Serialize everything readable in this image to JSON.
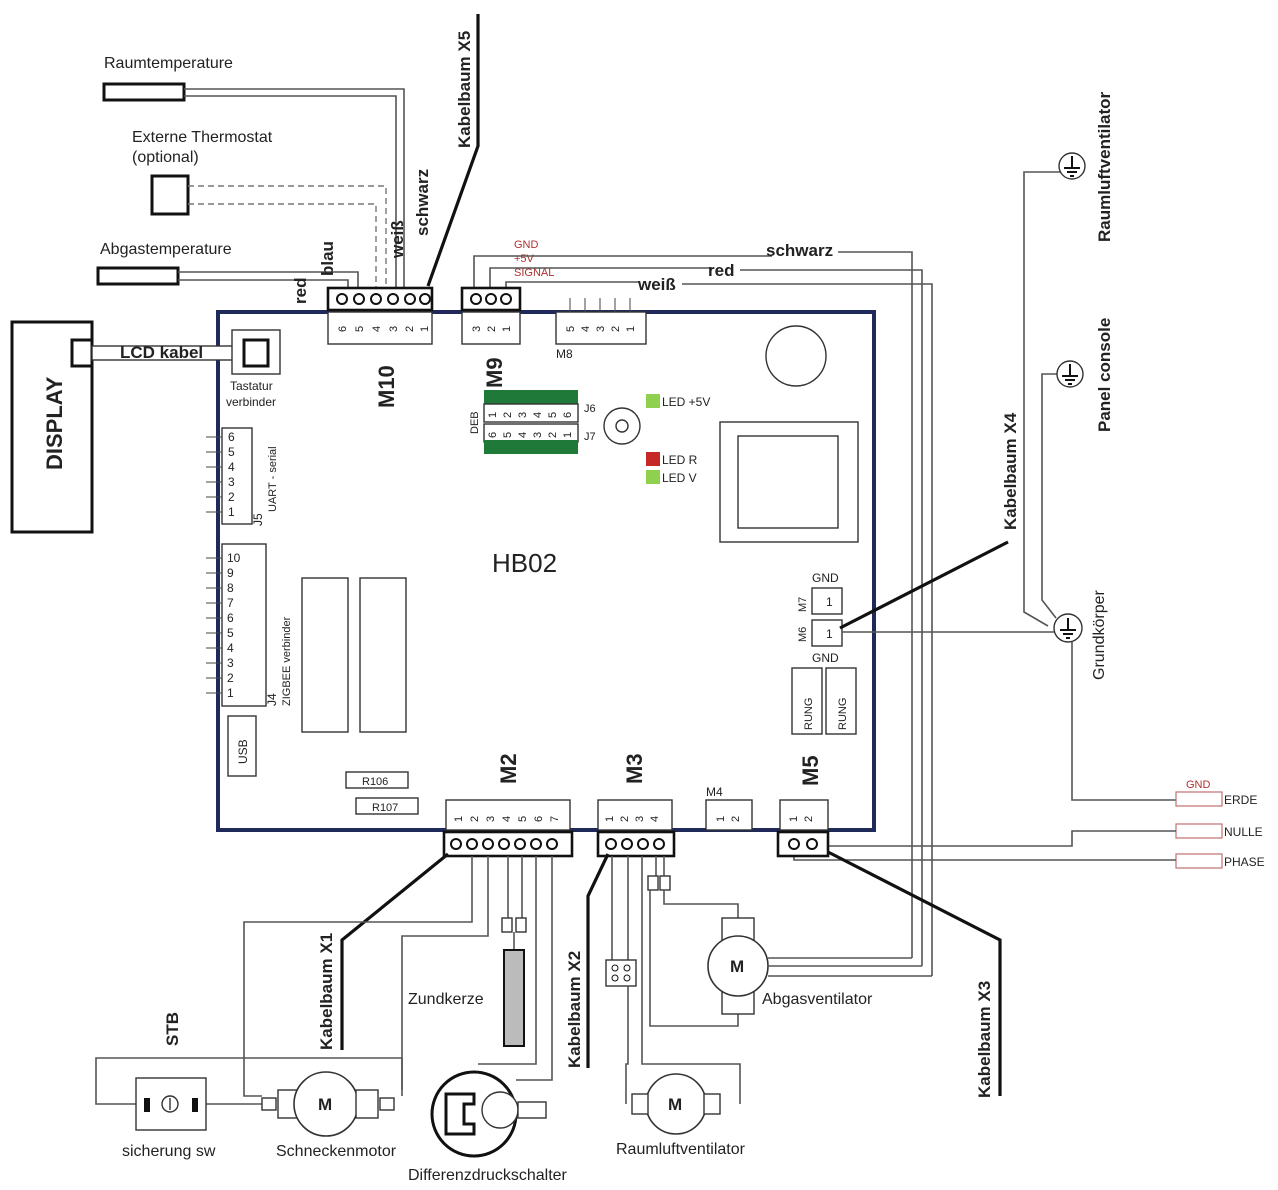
{
  "diagram_labels": {
    "raumtemperature": "Raumtemperature",
    "externe_thermostat": "Externe Thermostat",
    "optional": "(optional)",
    "abgastemperature": "Abgastemperature",
    "display": "DISPLAY",
    "lcd_kabel": "LCD kabel",
    "tastatur": "Tastatur",
    "verbinder": "verbinder",
    "board_name": "HB02",
    "uart_serial": "UART - serial",
    "zigbee_verbinder": "ZIGBEE verbinder",
    "usb": "USB",
    "r106": "R106",
    "r107": "R107",
    "deb": "DEB",
    "led_5v": "LED +5V",
    "led_r": "LED R",
    "led_v": "LED V",
    "gnd": "GND",
    "plus5v": "+5V",
    "signal": "SIGNAL",
    "rung": "RUNG",
    "grundkoerper": "Grundkörper",
    "panel_console": "Panel console",
    "raumluftventilator_top": "Raumluftventilator",
    "erde": "ERDE",
    "nulle": "NULLE",
    "phase": "PHASE",
    "zundkerze": "Zundkerze",
    "stb": "STB",
    "sicherung": "sicherung sw",
    "schneckenmotor": "Schneckenmotor",
    "differenzdruckschalter": "Differenzdruckschalter",
    "raumluftventilator_bottom": "Raumluftventilator",
    "abgasventilator": "Abgasventilator",
    "motor_symbol": "M"
  },
  "wire_colors": {
    "red": "red",
    "blau": "blau",
    "weiss": "weiß",
    "schwarz": "schwarz"
  },
  "harnesses": {
    "x1": "Kabelbaum X1",
    "x2": "Kabelbaum X2",
    "x3": "Kabelbaum X3",
    "x4": "Kabelbaum X4",
    "x5": "Kabelbaum X5"
  },
  "connectors": {
    "m2": "M2",
    "m3": "M3",
    "m4": "M4",
    "m5": "M5",
    "m6": "M6",
    "m7": "M7",
    "m8": "M8",
    "m9": "M9",
    "m10": "M10",
    "j4": "J4",
    "j5": "J5",
    "j6": "J6",
    "j7": "J7"
  },
  "pins": {
    "m10": [
      "6",
      "5",
      "4",
      "3",
      "2",
      "1"
    ],
    "m9": [
      "3",
      "2",
      "1"
    ],
    "m8": [
      "5",
      "4",
      "3",
      "2",
      "1"
    ],
    "m2": [
      "1",
      "2",
      "3",
      "4",
      "5",
      "6",
      "7"
    ],
    "m3": [
      "1",
      "2",
      "3",
      "4"
    ],
    "m4": [
      "1",
      "2"
    ],
    "m5": [
      "1",
      "2"
    ],
    "j5": [
      "6",
      "5",
      "4",
      "3",
      "2",
      "1"
    ],
    "j4": [
      "10",
      "9",
      "8",
      "7",
      "6",
      "5",
      "4",
      "3",
      "2",
      "1"
    ],
    "j6": [
      "1",
      "2",
      "3",
      "4",
      "5",
      "6"
    ],
    "j7": [
      "6",
      "5",
      "4",
      "3",
      "2",
      "1"
    ],
    "m6": "1",
    "m7": "1"
  },
  "colors": {
    "board_border": "#1f2a5a",
    "led_green": "#8fd14f",
    "led_red": "#c62828",
    "jumper_green": "#1f7a3a",
    "wire_label_red": "#b03030"
  }
}
